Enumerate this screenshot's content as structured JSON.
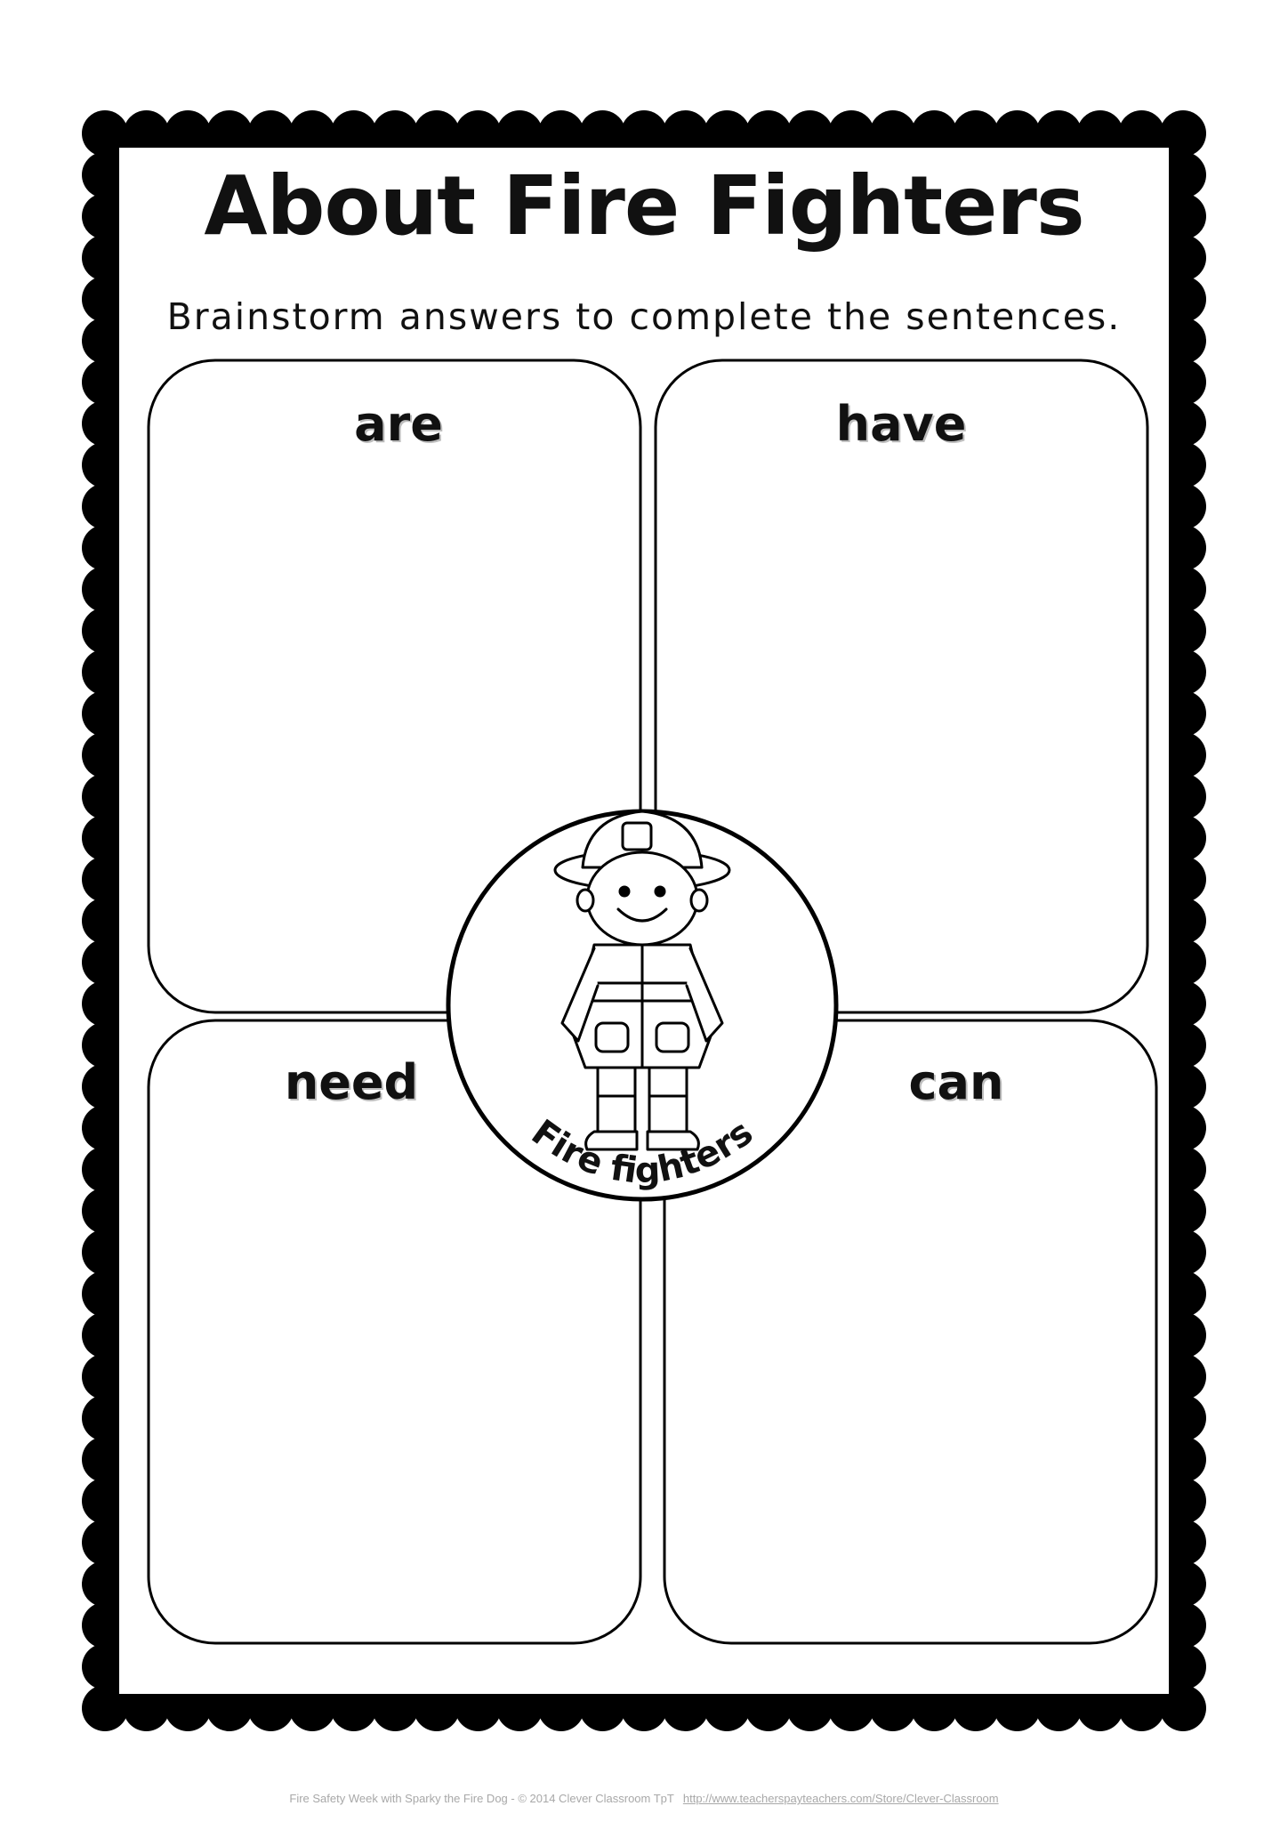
{
  "worksheet": {
    "title": "About Fire Fighters",
    "instruction": "Brainstorm answers to complete the sentences.",
    "boxes": [
      {
        "label": "are"
      },
      {
        "label": "have"
      },
      {
        "label": "need"
      },
      {
        "label": "can"
      }
    ],
    "center": {
      "caption": "Fire fighters",
      "illustration": "firefighter-icon"
    }
  },
  "footer": {
    "credit": "Fire Safety Week with Sparky the Fire Dog - © 2014 Clever Classroom TpT",
    "link": "http://www.teacherspayteachers.com/Store/Clever-Classroom"
  },
  "colors": {
    "ink": "#111111",
    "paper": "#ffffff",
    "footer_text": "#a8a8a8"
  }
}
